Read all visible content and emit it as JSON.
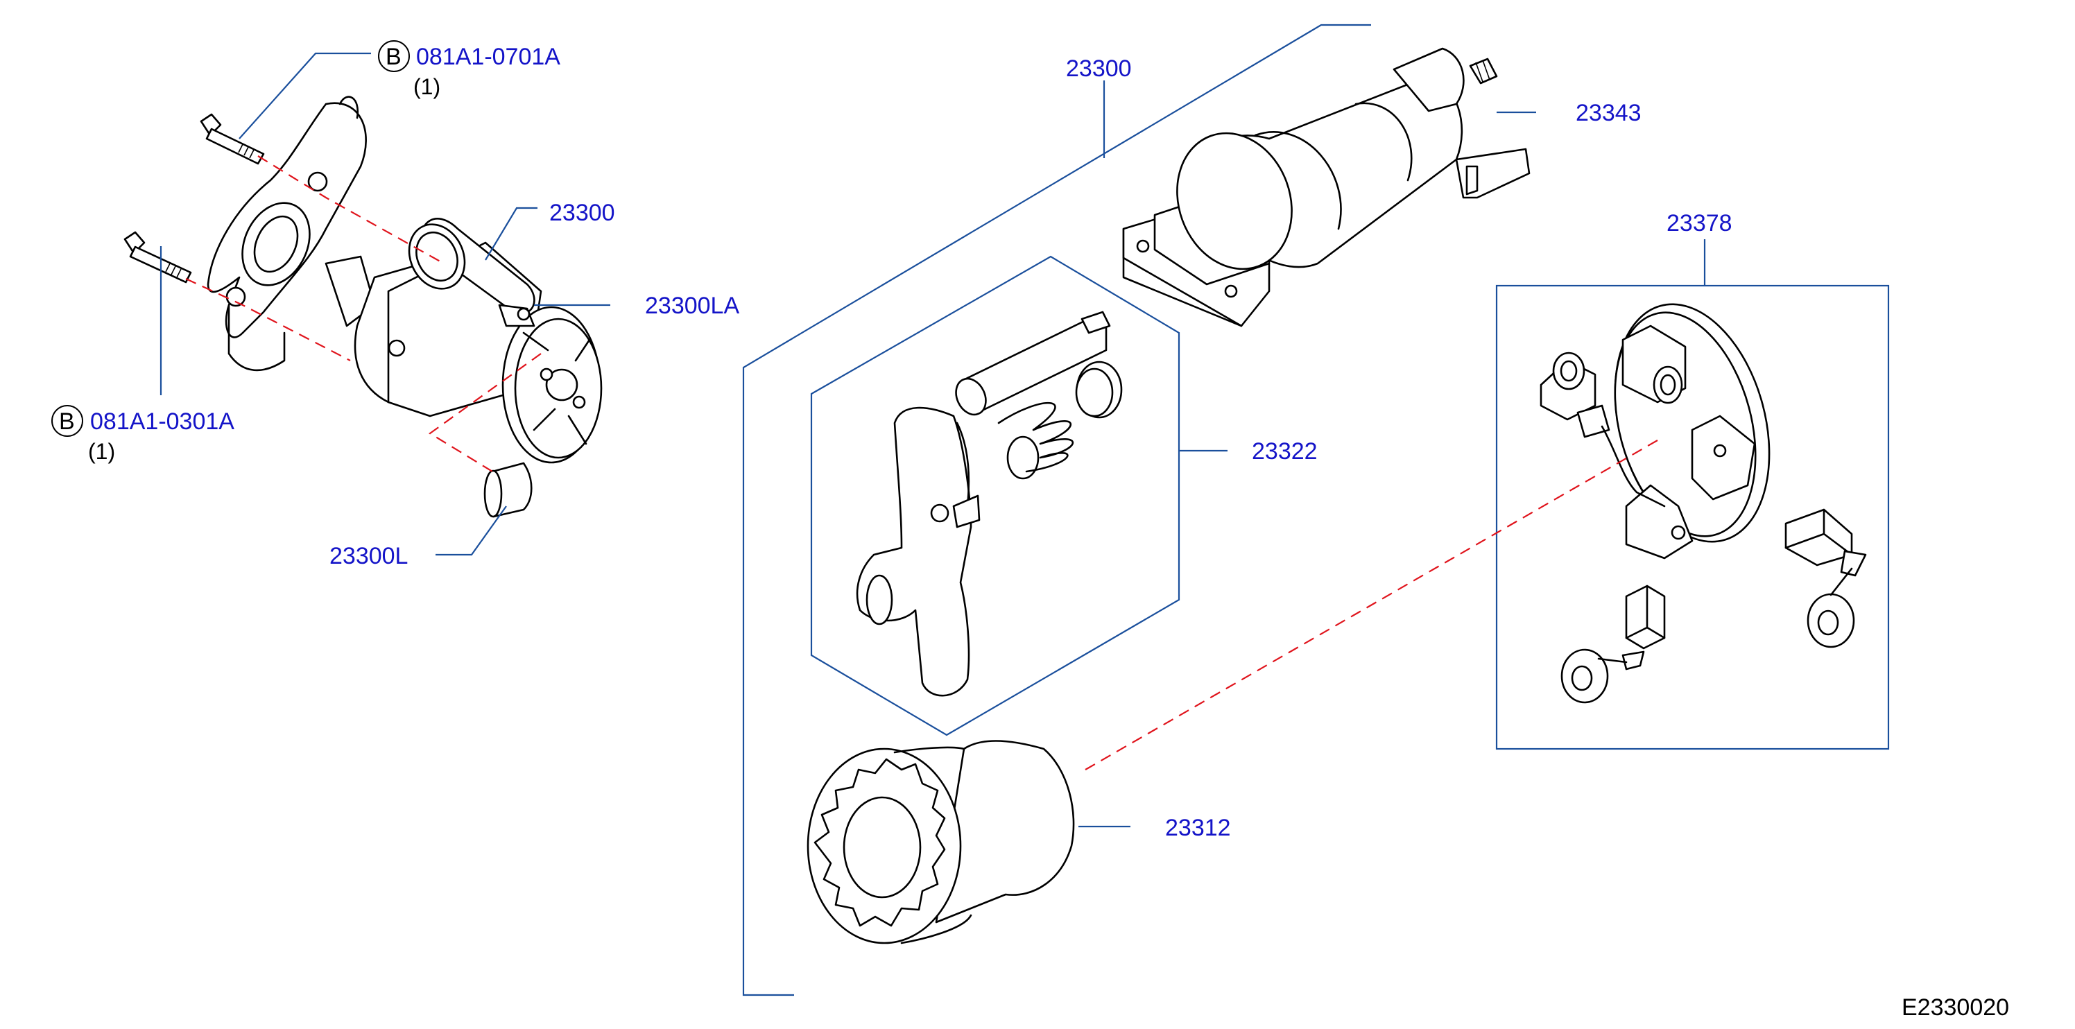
{
  "diagram_ref": "E2330020",
  "colors": {
    "callout_text": "#1414c8",
    "leader_line": "#1a4f9c",
    "phantom_line": "#e0141c",
    "part_outline": "#000000"
  },
  "callouts": {
    "bolt_upper": {
      "prefix": "B",
      "part_no": "081A1-0701A",
      "qty": "(1)"
    },
    "bolt_lower": {
      "prefix": "B",
      "part_no": "081A1-0301A",
      "qty": "(1)"
    },
    "starter_assy": "23300",
    "starter_la": "23300LA",
    "starter_l": "23300L",
    "starter_detail": "23300",
    "solenoid": "23343",
    "lever_set": "23322",
    "brush_holder": "23378",
    "pinion": "23312"
  }
}
